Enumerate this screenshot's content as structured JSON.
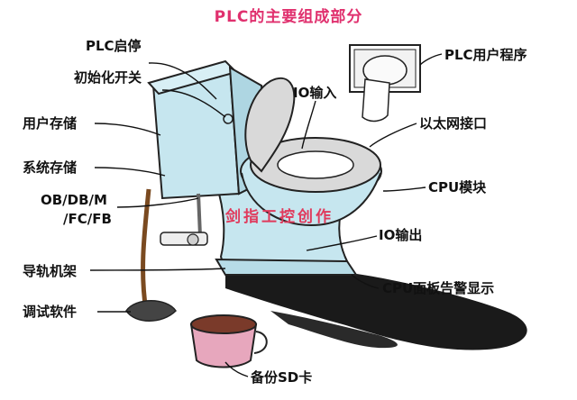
{
  "title": "PLC的主要组成部分",
  "watermark": "剑指工控创作",
  "labels": {
    "plc_start_stop": "PLC启停",
    "init_switch": "初始化开关",
    "user_storage": "用户存储",
    "system_storage": "系统存储",
    "ob_db_m": "OB/DB/M",
    "fc_fb": "/FC/FB",
    "din_rail": "导轨机架",
    "debug_software": "调试软件",
    "plc_user_program": "PLC用户程序",
    "io_input": "IO输入",
    "ethernet_port": "以太网接口",
    "cpu_module": "CPU模块",
    "io_output": "IO输出",
    "cpu_panel_display": "CPU面板告警显示",
    "backup_sd": "备份SD卡"
  },
  "colors": {
    "title": "#e0306e",
    "watermark": "#e03a5c",
    "toilet_fill": "#c6e6ef",
    "puddle": "#1a1a1a"
  }
}
